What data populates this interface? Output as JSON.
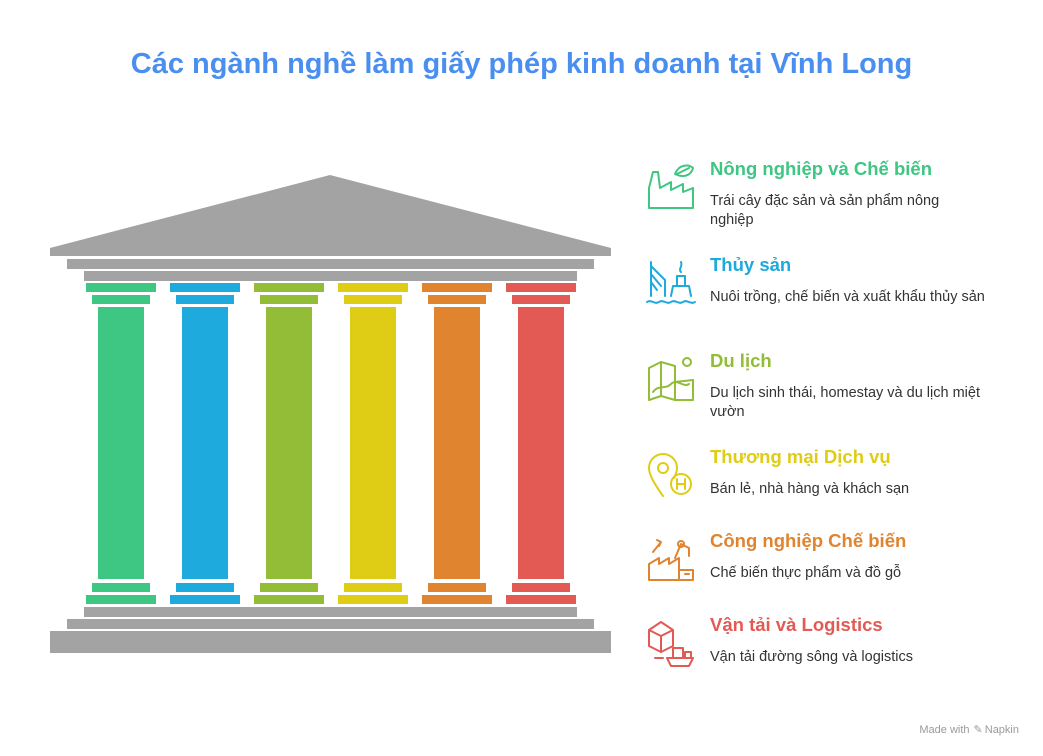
{
  "title": "Các ngành nghề làm giấy phép kinh doanh tại Vĩnh Long",
  "colors": {
    "title": "#4a8ff0",
    "stone": "#a3a3a3",
    "pillars": [
      "#3ec683",
      "#1eaadc",
      "#93bc37",
      "#dfcc15",
      "#e08430",
      "#e35a55"
    ]
  },
  "items": [
    {
      "heading": "Nông nghiệp và Chế biến",
      "desc": "Trái cây đặc sản và sản phẩm nông nghiệp",
      "color": "#3ec683",
      "icon": "factory-leaf-icon"
    },
    {
      "heading": "Thủy sản",
      "desc": "Nuôi trồng, chế biến và xuất khẩu thủy sản",
      "color": "#1eaadc",
      "icon": "offshore-platform-icon"
    },
    {
      "heading": "Du lịch",
      "desc": "Du lịch sinh thái, homestay và du lịch miệt vườn",
      "color": "#93bc37",
      "icon": "map-route-icon"
    },
    {
      "heading": "Thương mại Dịch vụ",
      "desc": "Bán lẻ, nhà hàng và khách sạn",
      "color": "#dfcc15",
      "icon": "location-hotel-icon"
    },
    {
      "heading": "Công nghiệp Chế biến",
      "desc": "Chế biến thực phẩm và đồ gỗ",
      "color": "#e08430",
      "icon": "factory-robot-arm-icon"
    },
    {
      "heading": "Vận tải và Logistics",
      "desc": "Vận tải đường sông và logistics",
      "color": "#e35a55",
      "icon": "cargo-ship-icon"
    }
  ],
  "footer": {
    "made_with": "Made with",
    "brand": "Napkin"
  }
}
